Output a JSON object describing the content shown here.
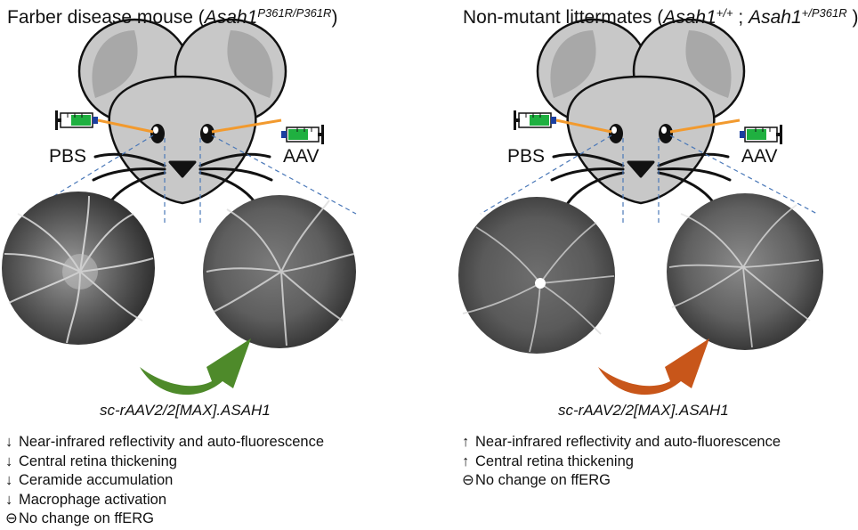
{
  "left_panel": {
    "title_prefix": "Farber disease mouse (",
    "title_gene": "Asah1",
    "title_genotype": "P361R/P361R",
    "title_suffix": ")",
    "label_left_eye": "PBS",
    "label_right_eye": "AAV",
    "vector": "sc-rAAV2/2[MAX].ASAH1",
    "arrow_color": "#4e8a2a",
    "outcomes": [
      {
        "symbol": "↓",
        "text": "Near-infrared reflectivity and auto-fluorescence"
      },
      {
        "symbol": "↓",
        "text": "Central retina thickening"
      },
      {
        "symbol": "↓",
        "text": "Ceramide accumulation"
      },
      {
        "symbol": "↓",
        "text": "Macrophage activation"
      },
      {
        "symbol": "⊖",
        "text": "No change on ffERG"
      }
    ]
  },
  "right_panel": {
    "title_prefix": "Non-mutant littermates (",
    "title_gene1": "Asah1",
    "title_genotype1": "+/+",
    "title_sep": " ; ",
    "title_gene2": "Asah1",
    "title_genotype2": "+/P361R",
    "title_suffix": " )",
    "label_left_eye": "PBS",
    "label_right_eye": "AAV",
    "vector": "sc-rAAV2/2[MAX].ASAH1",
    "arrow_color": "#c8561a",
    "outcomes": [
      {
        "symbol": "↑",
        "text": "Near-infrared reflectivity and auto-fluorescence"
      },
      {
        "symbol": "↑",
        "text": "Central retina thickening"
      },
      {
        "symbol": "⊖",
        "text": "No change on ffERG"
      }
    ]
  },
  "colors": {
    "mouse_body": "#c8c8c8",
    "mouse_ear_inner": "#a8a8a8",
    "syringe_green": "#1fb040",
    "needle_orange": "#f29a2e",
    "syringe_plunger": "#1b3fa0",
    "guide_line": "#4a78b8"
  }
}
